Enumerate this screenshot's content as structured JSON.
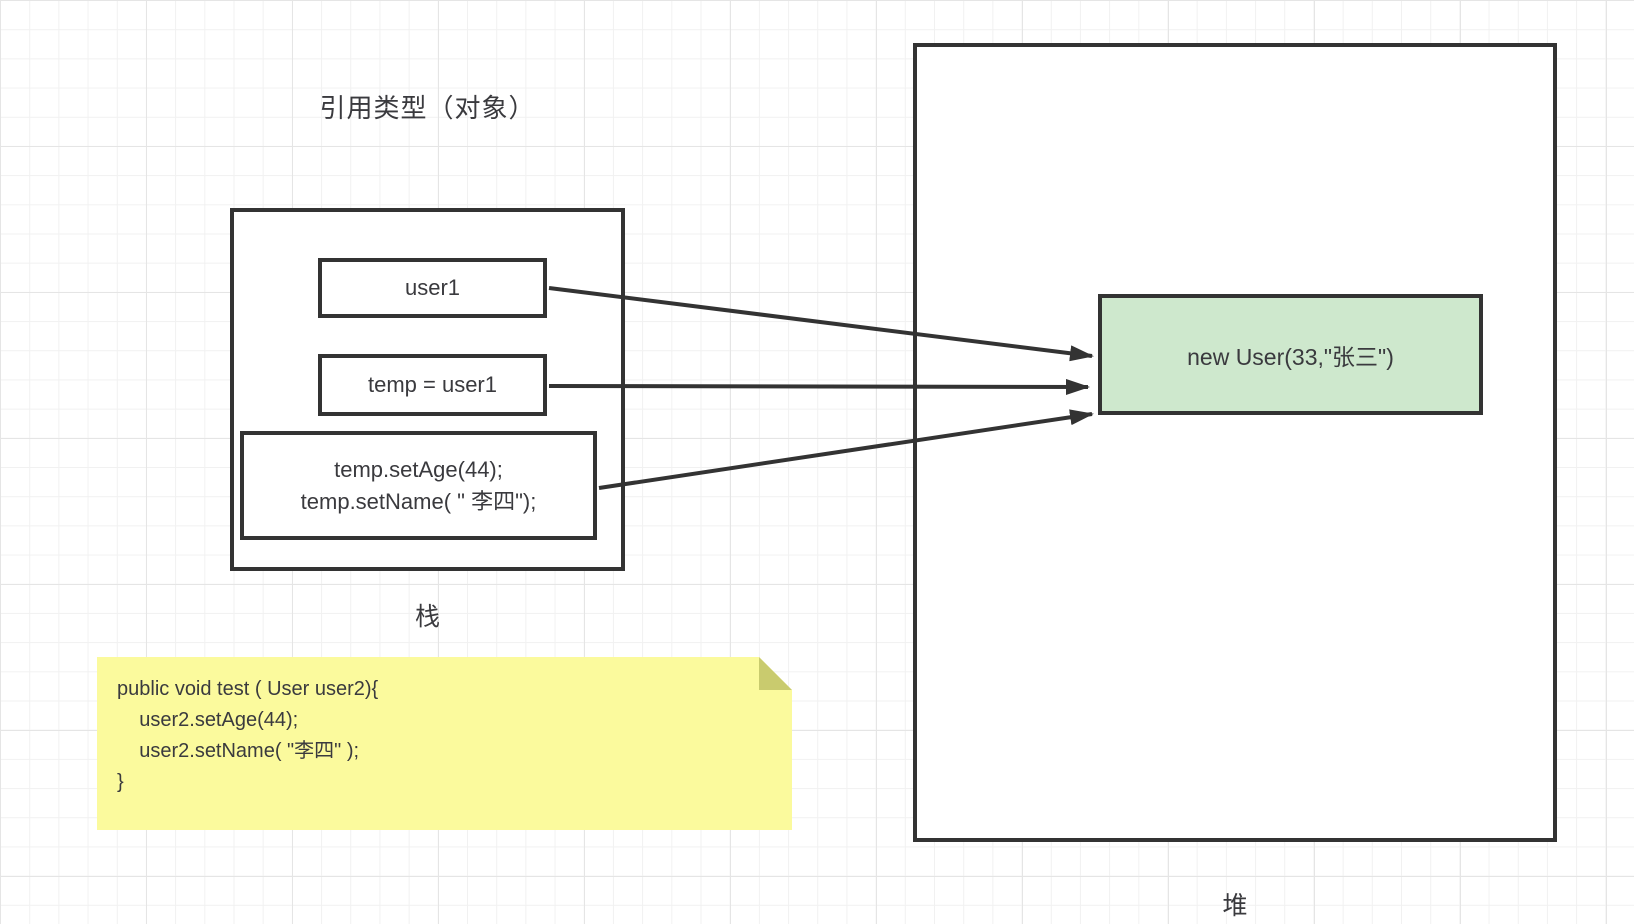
{
  "title": "引用类型（对象）",
  "stack": {
    "label": "栈",
    "frames": [
      {
        "id": "user1",
        "text": "user1"
      },
      {
        "id": "temp",
        "text": "temp = user1"
      },
      {
        "id": "calls",
        "lines": [
          "temp.setAge(44);",
          "temp.setName( \" 李四\");"
        ]
      }
    ]
  },
  "heap": {
    "label": "堆",
    "object": {
      "text": "new User(33,\"张三\")",
      "fill": "#cee8cd"
    }
  },
  "note": {
    "lines": [
      "public void test ( User user2){",
      "    user2.setAge(44);",
      "    user2.setName( \"李四\" );",
      "}"
    ],
    "fill": "#fbfa9d",
    "fold_fill": "#c9cb6e"
  },
  "colors": {
    "stroke": "#333333",
    "text": "#3a3a3e",
    "grid_minor": "#f1f1f1",
    "grid_major": "#e5e5e5",
    "background": "#ffffff"
  }
}
